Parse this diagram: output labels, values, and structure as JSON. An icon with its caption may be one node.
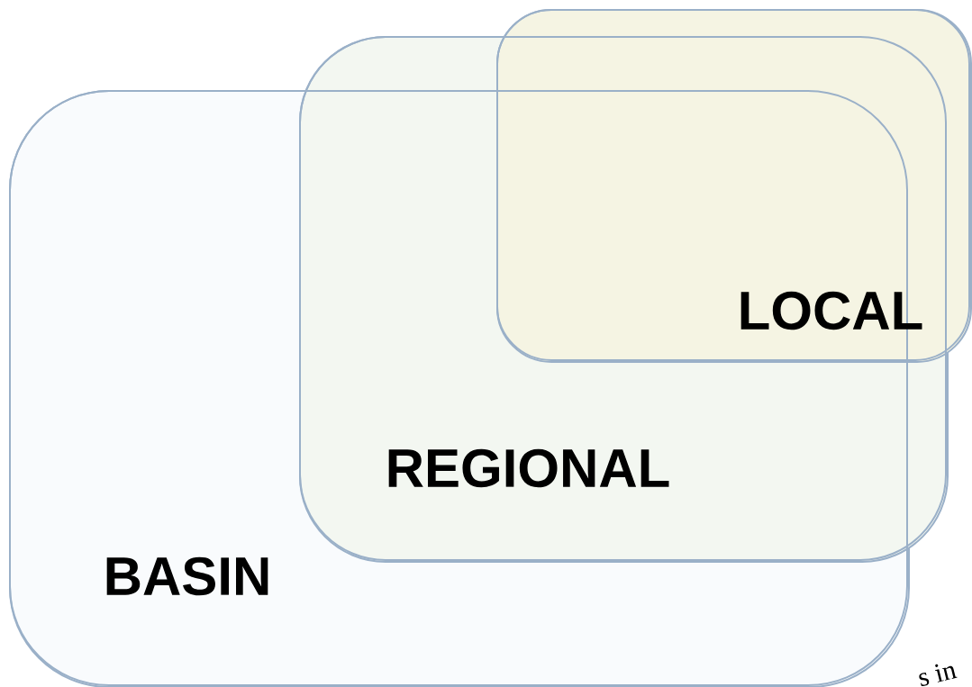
{
  "diagram": {
    "nodes": [
      {
        "text": [
          "BASIN"
        ]
      },
      {
        "text": [
          "REGIONAL"
        ]
      },
      {
        "text": [
          "LOCAL"
        ]
      }
    ],
    "labels": [
      "s in"
    ]
  }
}
